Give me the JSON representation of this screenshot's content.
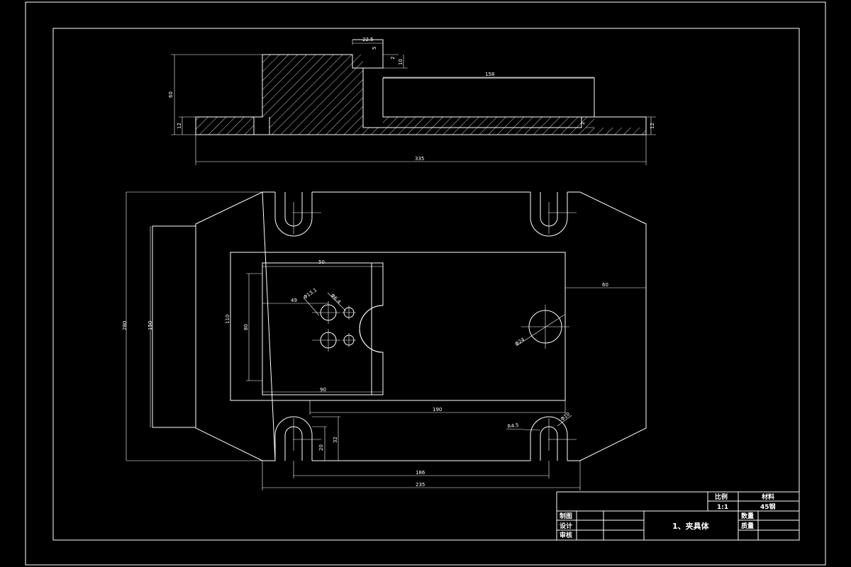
{
  "dimensions": {
    "d_22_5": "22.5",
    "d_5": "5",
    "d_2": "2",
    "d_10": "10",
    "d_158": "158",
    "d_60": "60",
    "d_12_left": "12",
    "d_12_right": "12",
    "d_2_slot": "2",
    "d_335": "335",
    "d_280": "280",
    "d_150": "150",
    "d_110": "110",
    "d_80": "80",
    "d_50": "50",
    "d_49": "49",
    "d_90": "90",
    "d_60_plan": "60",
    "d_190": "190",
    "d_186": "186",
    "d_235": "235",
    "d_20": "20",
    "d_32": "32",
    "phi_13": "Φ13.1",
    "phi_6": "Φ6.4",
    "phi_24": "Φ24",
    "r_4_5": "R4.5",
    "phi_10": "Φ10"
  },
  "title_block": {
    "scale_label": "比例",
    "material_label": "材料",
    "scale_value": "1:1",
    "material_value": "45钢",
    "drawn_label": "制图",
    "designed_label": "设计",
    "reviewed_label": "审核",
    "part_name": "1、夹具体",
    "quantity_label": "数量",
    "weight_label": "质量"
  },
  "colors": {
    "background": "#000000",
    "line": "#ffffff"
  }
}
